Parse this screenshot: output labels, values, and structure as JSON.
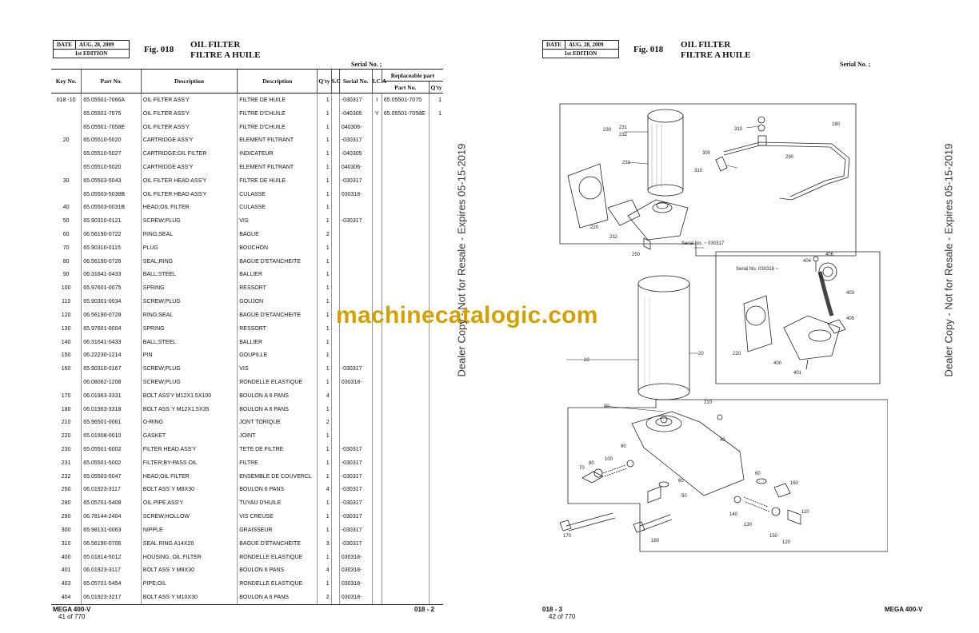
{
  "left_page": {
    "date_label": "DATE",
    "date_value": "AUG. 28, 2009",
    "edition": "1st EDITION",
    "fig_label": "Fig. 018",
    "title_en": "OIL FILTER",
    "title_fr": "FILTRE A HUILE",
    "serial_label": "Serial No. ;",
    "columns": {
      "key": "Key No.",
      "part": "Part No.",
      "desc_en": "Description",
      "desc_fr": "Description",
      "qty": "Q'ty",
      "sc": "S.C",
      "serial": "Serial No.",
      "ica": "I.C.A",
      "replaceable": "Replaceable part",
      "rep_part": "Part No.",
      "rep_qty": "Q'ty"
    },
    "rows": [
      {
        "key": "018 -10",
        "part": "65.05501-7066A",
        "en": "OIL FILTER ASS'Y",
        "fr": "FILTRE DE HUILE",
        "qty": "1",
        "serial": "-030317",
        "ica": "I",
        "rep_part": "65.05501-7075",
        "rep_qty": "1"
      },
      {
        "key": "",
        "part": "65.05501-7075",
        "en": "OIL FILTER ASS'Y",
        "fr": "FILTRE D'CHUILE",
        "qty": "1",
        "serial": "-040305",
        "ica": "Y",
        "rep_part": "65.05501-7058E",
        "rep_qty": "1"
      },
      {
        "key": "",
        "part": "65.05501-7058E",
        "en": "OIL FILTER ASS'Y",
        "fr": "FILTRE D'CHUILE",
        "qty": "1",
        "serial": "040306-",
        "ica": "",
        "rep_part": "",
        "rep_qty": ""
      },
      {
        "key": "20",
        "part": "65.05510-5020",
        "en": "CARTRIDGE ASS'Y",
        "fr": "ELEMENT FILTRANT",
        "qty": "1",
        "serial": "-030317",
        "ica": "",
        "rep_part": "",
        "rep_qty": ""
      },
      {
        "key": "",
        "part": "65.05510-5027",
        "en": "CARTRIDGE;OIL FILTER",
        "fr": "INDICATEUR",
        "qty": "1",
        "serial": "-040305",
        "ica": "",
        "rep_part": "",
        "rep_qty": ""
      },
      {
        "key": "",
        "part": "65.05510-5020",
        "en": "CARTRIDGE ASS'Y",
        "fr": "ELEMENT FILTRANT",
        "qty": "1",
        "serial": "040306-",
        "ica": "",
        "rep_part": "",
        "rep_qty": ""
      },
      {
        "key": "30",
        "part": "65.05503-5043",
        "en": "OIL FILTER HEAD ASS'Y",
        "fr": "FILTRE DE HUILE",
        "qty": "1",
        "serial": "-030317",
        "ica": "",
        "rep_part": "",
        "rep_qty": ""
      },
      {
        "key": "",
        "part": "65.05503-5038B",
        "en": "OIL FILTER HEAD ASS'Y",
        "fr": "CULASSE",
        "qty": "1",
        "serial": "030318-",
        "ica": "",
        "rep_part": "",
        "rep_qty": ""
      },
      {
        "key": "40",
        "part": "65.05503-0031B",
        "en": "HEAD;OIL FILTER",
        "fr": "CULASSE",
        "qty": "1",
        "serial": "",
        "ica": "",
        "rep_part": "",
        "rep_qty": ""
      },
      {
        "key": "50",
        "part": "65.90310-0121",
        "en": "SCREW;PLUG",
        "fr": "VIS",
        "qty": "1",
        "serial": "-030317",
        "ica": "",
        "rep_part": "",
        "rep_qty": ""
      },
      {
        "key": "60",
        "part": "06.56190-0722",
        "en": "RING;SEAL",
        "fr": "BAGUE",
        "qty": "2",
        "serial": "",
        "ica": "",
        "rep_part": "",
        "rep_qty": ""
      },
      {
        "key": "70",
        "part": "65.90310-0115",
        "en": "PLUG",
        "fr": "BOUCHON",
        "qty": "1",
        "serial": "",
        "ica": "",
        "rep_part": "",
        "rep_qty": ""
      },
      {
        "key": "80",
        "part": "06.56190-0726",
        "en": "SEAL;RING",
        "fr": "BAGUE D'ETANCHEITE",
        "qty": "1",
        "serial": "",
        "ica": "",
        "rep_part": "",
        "rep_qty": ""
      },
      {
        "key": "90",
        "part": "06.31641-0433",
        "en": "BALL;STEEL",
        "fr": "BALLIER",
        "qty": "1",
        "serial": "",
        "ica": "",
        "rep_part": "",
        "rep_qty": ""
      },
      {
        "key": "100",
        "part": "65.97601-0075",
        "en": "SPRING",
        "fr": "RESSORT",
        "qty": "1",
        "serial": "",
        "ica": "",
        "rep_part": "",
        "rep_qty": ""
      },
      {
        "key": "110",
        "part": "65.90301-0034",
        "en": "SCREW;PLUG",
        "fr": "GOUJON",
        "qty": "1",
        "serial": "",
        "ica": "",
        "rep_part": "",
        "rep_qty": ""
      },
      {
        "key": "120",
        "part": "06.56190-0728",
        "en": "RING;SEAL",
        "fr": "BAGUE D'ETANCHEITE",
        "qty": "1",
        "serial": "",
        "ica": "",
        "rep_part": "",
        "rep_qty": ""
      },
      {
        "key": "130",
        "part": "65.97601-0004",
        "en": "SPRING",
        "fr": "RESSORT",
        "qty": "1",
        "serial": "",
        "ica": "",
        "rep_part": "",
        "rep_qty": ""
      },
      {
        "key": "140",
        "part": "06.31641-0433",
        "en": "BALL;STEEL",
        "fr": "BALLIER",
        "qty": "1",
        "serial": "",
        "ica": "",
        "rep_part": "",
        "rep_qty": ""
      },
      {
        "key": "150",
        "part": "06.22230-1214",
        "en": "PIN",
        "fr": "GOUPILLE",
        "qty": "1",
        "serial": "",
        "ica": "",
        "rep_part": "",
        "rep_qty": ""
      },
      {
        "key": "160",
        "part": "65.90310-0167",
        "en": "SCREW;PLUG",
        "fr": "VIS",
        "qty": "1",
        "serial": "-030317",
        "ica": "",
        "rep_part": "",
        "rep_qty": ""
      },
      {
        "key": "",
        "part": "06.08062-1208",
        "en": "SCREW;PLUG",
        "fr": "RONDELLE ELASTIQUE",
        "qty": "1",
        "serial": "030318-",
        "ica": "",
        "rep_part": "",
        "rep_qty": ""
      },
      {
        "key": "170",
        "part": "06.01963-3331",
        "en": "BOLT ASS'Y M12X1.5X100",
        "fr": "BOULON A 6 PANS",
        "qty": "4",
        "serial": "",
        "ica": "",
        "rep_part": "",
        "rep_qty": ""
      },
      {
        "key": "180",
        "part": "06.01963-3318",
        "en": "BOLT ASS`Y M12X1.5X35",
        "fr": "BOULON A 6 PANS",
        "qty": "1",
        "serial": "",
        "ica": "",
        "rep_part": "",
        "rep_qty": ""
      },
      {
        "key": "210",
        "part": "65.96501-0061",
        "en": "O-RING",
        "fr": "JONT TORIQUE",
        "qty": "2",
        "serial": "",
        "ica": "",
        "rep_part": "",
        "rep_qty": ""
      },
      {
        "key": "220",
        "part": "65.01908-0010",
        "en": "GASKET",
        "fr": "JOINT",
        "qty": "1",
        "serial": "",
        "ica": "",
        "rep_part": "",
        "rep_qty": ""
      },
      {
        "key": "230",
        "part": "65.05501-6002",
        "en": "FILTER HEAD ASS'Y",
        "fr": "TETE DE FILTRE",
        "qty": "1",
        "serial": "-030317",
        "ica": "",
        "rep_part": "",
        "rep_qty": ""
      },
      {
        "key": "231",
        "part": "65.05501-5002",
        "en": "FILTER;BY-PASS OIL",
        "fr": "FILTRE",
        "qty": "1",
        "serial": "-030317",
        "ica": "",
        "rep_part": "",
        "rep_qty": ""
      },
      {
        "key": "232",
        "part": "65.05503-5047",
        "en": "HEAD;OIL FILTER",
        "fr": "ENSEMBLE DE COUVERCL",
        "qty": "1",
        "serial": "-030317",
        "ica": "",
        "rep_part": "",
        "rep_qty": ""
      },
      {
        "key": "250",
        "part": "06.01923-3117",
        "en": "BOLT ASS`Y M8X30",
        "fr": "BOULON 6 PANS",
        "qty": "4",
        "serial": "-030317",
        "ica": "",
        "rep_part": "",
        "rep_qty": ""
      },
      {
        "key": "280",
        "part": "65.05701-5408",
        "en": "OIL PIPE ASS'Y",
        "fr": "TUYAU D'HUILE",
        "qty": "1",
        "serial": "-030317",
        "ica": "",
        "rep_part": "",
        "rep_qty": ""
      },
      {
        "key": "290",
        "part": "06.78144-2404",
        "en": "SCREW;HOLLOW",
        "fr": "VIS CREUSE",
        "qty": "1",
        "serial": "-030317",
        "ica": "",
        "rep_part": "",
        "rep_qty": ""
      },
      {
        "key": "300",
        "part": "65.98131-0063",
        "en": "NIPPLE",
        "fr": "GRAISSEUR",
        "qty": "1",
        "serial": "-030317",
        "ica": "",
        "rep_part": "",
        "rep_qty": ""
      },
      {
        "key": "310",
        "part": "06.56190-0706",
        "en": "SEAL RING A14X20",
        "fr": "BAGUE D'ETANCHEITE",
        "qty": "3",
        "serial": "-030317",
        "ica": "",
        "rep_part": "",
        "rep_qty": ""
      },
      {
        "key": "400",
        "part": "65.01814-5012",
        "en": "HOUSING. OIL FILTER",
        "fr": "RONDELLE ELASTIQUE",
        "qty": "1",
        "serial": "030318-",
        "ica": "",
        "rep_part": "",
        "rep_qty": ""
      },
      {
        "key": "401",
        "part": "06.01923-3117",
        "en": "BOLT ASS`Y M8X30",
        "fr": "BOULON 6 PANS",
        "qty": "4",
        "serial": "030318-",
        "ica": "",
        "rep_part": "",
        "rep_qty": ""
      },
      {
        "key": "403",
        "part": "65.05701-5454",
        "en": "PIPE;OIL",
        "fr": "RONDELLE ELASTIQUE",
        "qty": "1",
        "serial": "030318-",
        "ica": "",
        "rep_part": "",
        "rep_qty": ""
      },
      {
        "key": "404",
        "part": "06.01923-3217",
        "en": "BOLT ASS`Y M10X30",
        "fr": "BOULON A 6 PANS",
        "qty": "2",
        "serial": "030318-",
        "ica": "",
        "rep_part": "",
        "rep_qty": ""
      }
    ],
    "footer_model": "MEGA 400-V",
    "footer_pages": "41 of 770",
    "footer_pageno": "018 - 2"
  },
  "right_page": {
    "date_label": "DATE",
    "date_value": "AUG. 28, 2009",
    "edition": "1st EDITION",
    "fig_label": "Fig. 018",
    "title_en": "OIL FILTER",
    "title_fr": "FILTRE A HUILE",
    "serial_label": "Serial No. ;",
    "footer_pageno": "018 - 3",
    "footer_pages": "42 of 770",
    "footer_model": "MEGA 400-V",
    "diagram": {
      "inset1_note": "Serial No. ~ 030317",
      "inset2_note": "Serial No. 030318 ~",
      "callouts": [
        "230",
        "231",
        "232",
        "310",
        "280",
        "300",
        "310",
        "290",
        "220",
        "232",
        "250",
        "404",
        "406",
        "403",
        "405",
        "220",
        "400",
        "401",
        "10",
        "20",
        "30",
        "210",
        "40",
        "90",
        "80",
        "100",
        "70",
        "60",
        "50",
        "60",
        "160",
        "110",
        "140",
        "130",
        "150",
        "120",
        "170",
        "180"
      ]
    }
  },
  "watermark": "machinecatalogic.com",
  "dealer_stamp": "Dealer Copy - Not for Resale - Expires 05-15-2019",
  "dealer_stamp_right": "Dealer Copy - Not for Resale - Expires 05-15-2019"
}
